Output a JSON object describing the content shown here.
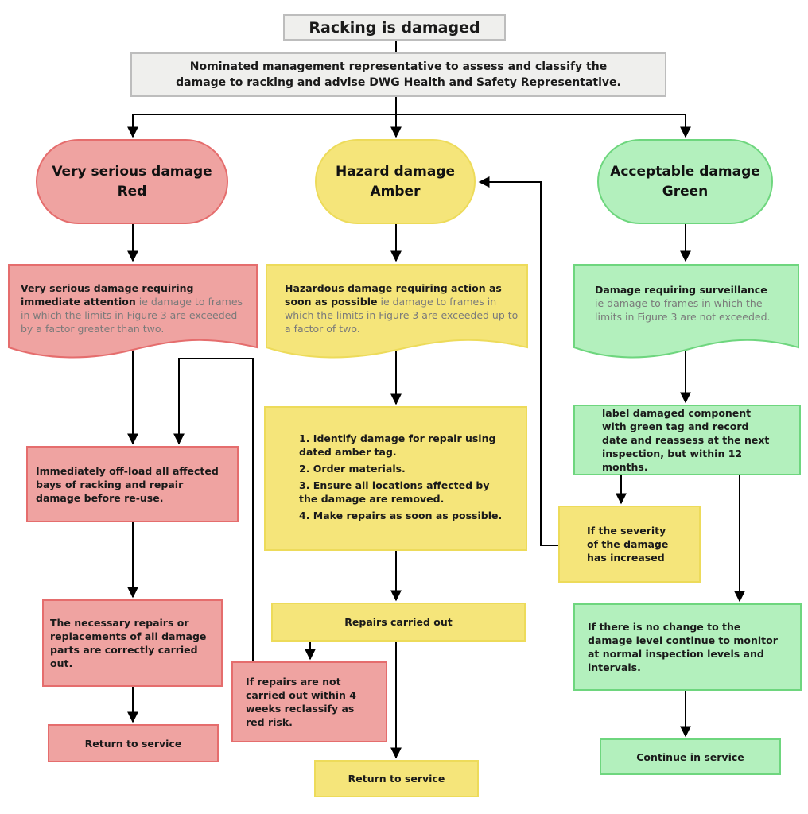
{
  "start": {
    "title": "Racking is damaged"
  },
  "assess": {
    "text": "Nominated management representative to assess and classify the damage to racking and  advise  DWG Health and Safety Representative."
  },
  "red": {
    "pill_line1": "Very serious damage",
    "pill_line2": "Red",
    "doc_bold": "Very serious damage requiring immediate attention",
    "doc_light": " ie damage to frames in which the limits in Figure 3 are exceeded by a factor greater than two.",
    "offload": "Immediately off-load all affected bays of racking and repair damage before re-use.",
    "repairs": "The necessary repairs or replacements of all damage parts are correctly carried out.",
    "return": "Return to service",
    "reclassify": "If repairs are not carried out within 4 weeks reclassify as red risk."
  },
  "amber": {
    "pill_line1": "Hazard damage",
    "pill_line2": "Amber",
    "doc_bold": "Hazardous damage requiring action as soon as possible",
    "doc_light": " ie damage to frames in which the limits in Figure 3 are exceeded up to a factor of two.",
    "steps": [
      "1. Identify damage for repair using dated amber tag.",
      "2. Order materials.",
      "3. Ensure all locations affected by the damage are removed.",
      "4. Make repairs as soon as possible."
    ],
    "carried_out": "Repairs carried out",
    "return": "Return to service",
    "severity": "If the severity of the damage has increased"
  },
  "green": {
    "pill_line1": "Acceptable damage",
    "pill_line2": "Green",
    "doc_bold": "Damage requiring surveillance",
    "doc_light": "ie damage to frames in which the limits in Figure 3 are not exceeded.",
    "label": "label damaged component with green tag and record date and reassess at the next inspection, but within 12 months.",
    "nochange": "If there is no change to the damage level continue to monitor at normal inspection levels and intervals.",
    "continue": "Continue in service"
  },
  "colors": {
    "red_fill": "#efa3a1",
    "amber_fill": "#f5e57a",
    "green_fill": "#b3f0bd",
    "gray_fill": "#efefed"
  }
}
